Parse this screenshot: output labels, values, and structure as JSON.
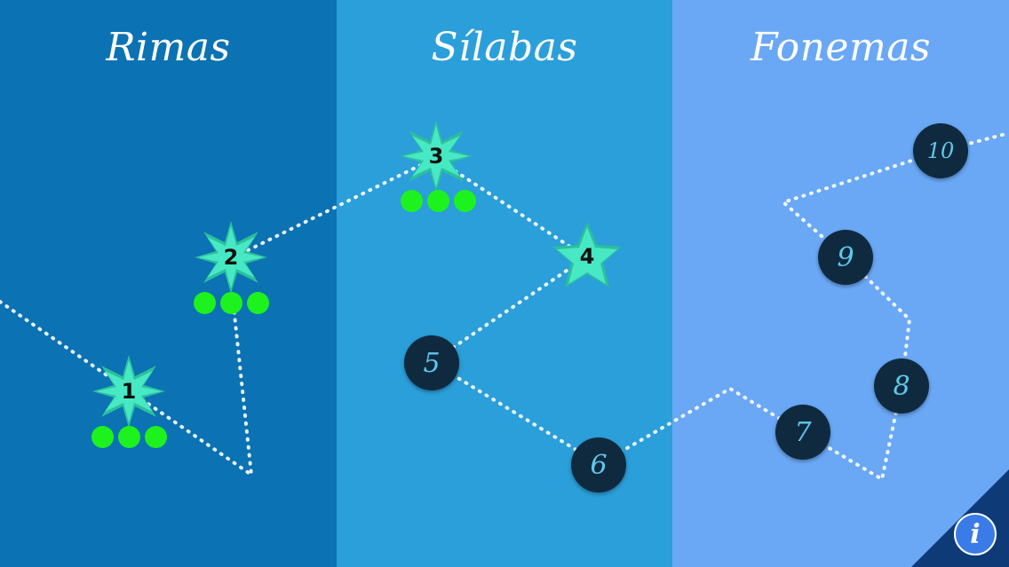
{
  "sections": [
    {
      "title": "Rimas"
    },
    {
      "title": "Sílabas"
    },
    {
      "title": "Fonemas"
    }
  ],
  "levels": [
    {
      "label": "1",
      "state": "completed",
      "progress": "3/3"
    },
    {
      "label": "2",
      "state": "completed",
      "progress": "3/3"
    },
    {
      "label": "3",
      "state": "completed",
      "progress": "3/3"
    },
    {
      "label": "4",
      "state": "completed"
    },
    {
      "label": "5",
      "state": "locked"
    },
    {
      "label": "6",
      "state": "locked"
    },
    {
      "label": "7",
      "state": "locked"
    },
    {
      "label": "8",
      "state": "locked"
    },
    {
      "label": "9",
      "state": "locked"
    },
    {
      "label": "10",
      "state": "locked"
    }
  ],
  "info_button": {
    "label": "i"
  },
  "colors": {
    "rimas_panel": "#0b72b3",
    "silabas_panel": "#2b9fd9",
    "fonemas_panel": "#6aa8f5",
    "locked_node": "#0f2a3f",
    "locked_text": "#5fc8ec",
    "star_fill": "#3fe0b8",
    "progress_dot": "#1ef21e"
  },
  "icons": {
    "star": "star-burst-icon",
    "info": "info-icon"
  }
}
